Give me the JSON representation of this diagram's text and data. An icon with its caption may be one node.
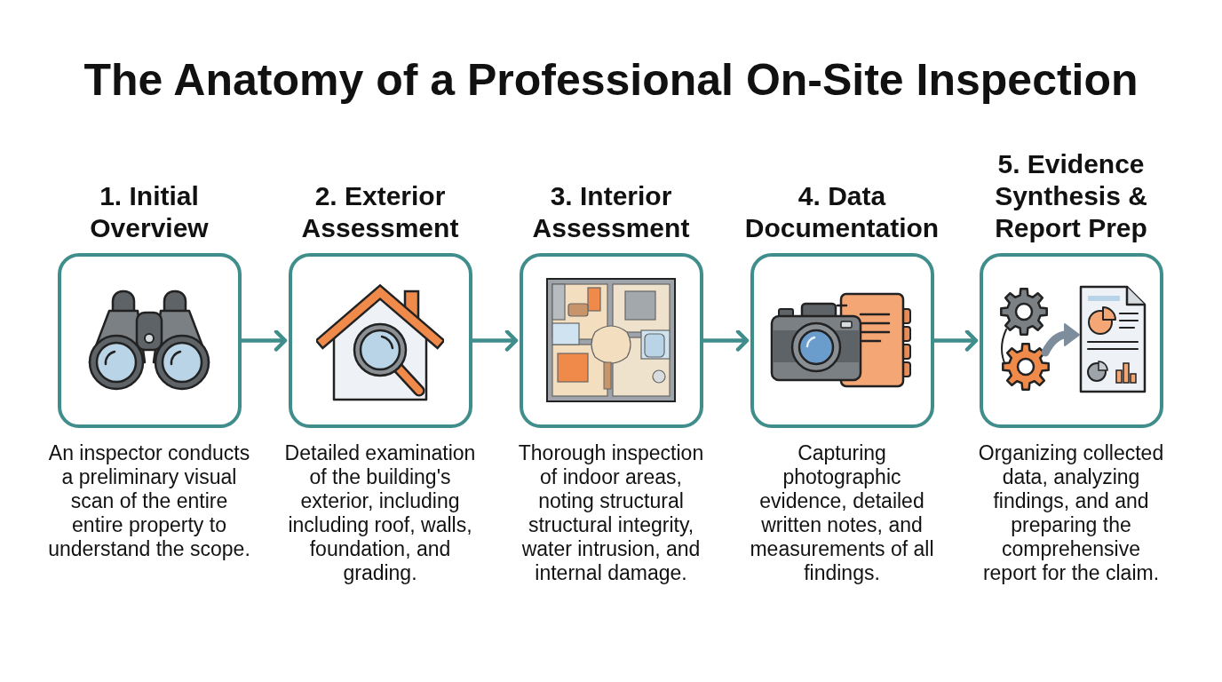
{
  "diagram": {
    "title": "The Anatomy of a Professional On-Site Inspection",
    "nodes": [
      {
        "text": [
          "1. Initial Overview"
        ],
        "beside": [
          "An inspector conducts a preliminary visual scan of the entire entire property to understand the scope."
        ]
      },
      {
        "text": [
          "2. Exterior Assessment"
        ],
        "beside": [
          "Detailed examination of the building's exterior, including including roof, walls, foundation, and grading."
        ]
      },
      {
        "text": [
          "3. Interior Assessment"
        ],
        "beside": [
          "Thorough inspection of indoor areas, noting structural structural integrity, water intrusion, and internal damage."
        ]
      },
      {
        "text": [
          "4. Data Documentation"
        ],
        "beside": [
          "Capturing photographic evidence, detailed written notes, and measurements of all findings."
        ]
      },
      {
        "text": [
          "5. Evidence Synthesis & Report Prep"
        ],
        "beside": [
          "Organizing collected data, analyzing findings, and and preparing the comprehensive report for the claim."
        ]
      }
    ],
    "edges": [
      {
        "from": 0,
        "to": 1,
        "arrow": "to"
      },
      {
        "from": 1,
        "to": 2,
        "arrow": "to"
      },
      {
        "from": 2,
        "to": 3,
        "arrow": "to"
      },
      {
        "from": 3,
        "to": 4,
        "arrow": "to"
      }
    ]
  }
}
